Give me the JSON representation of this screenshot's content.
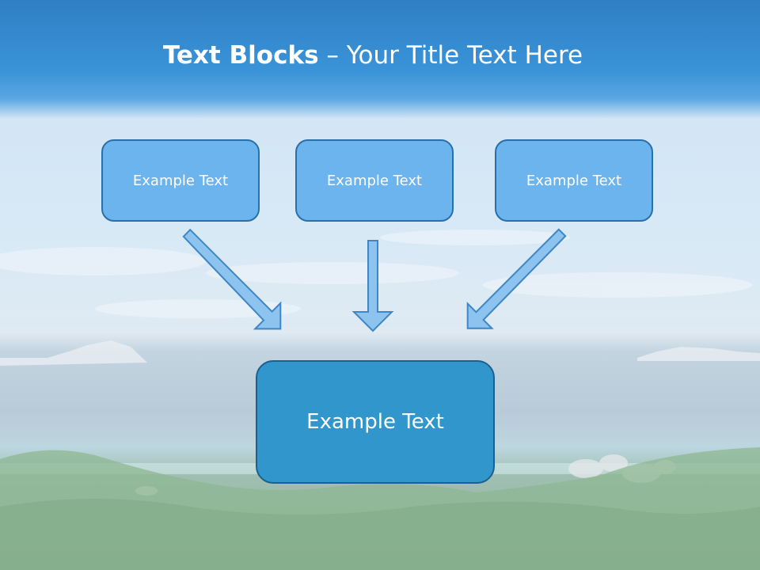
{
  "slide": {
    "title_bold": "Text Blocks",
    "title_dash": " – ",
    "title_rest": "Your Title Text Here"
  },
  "blocks": [
    {
      "label": "Example Text"
    },
    {
      "label": "Example Text"
    },
    {
      "label": "Example Text"
    }
  ],
  "target": {
    "label": "Example Text"
  },
  "colors": {
    "header": "#3a93d8",
    "small_box_fill": "#6cb4ee",
    "big_box_fill": "#3196cc",
    "arrow_fill": "#8cc3ef",
    "arrow_stroke": "#3f86c4"
  }
}
